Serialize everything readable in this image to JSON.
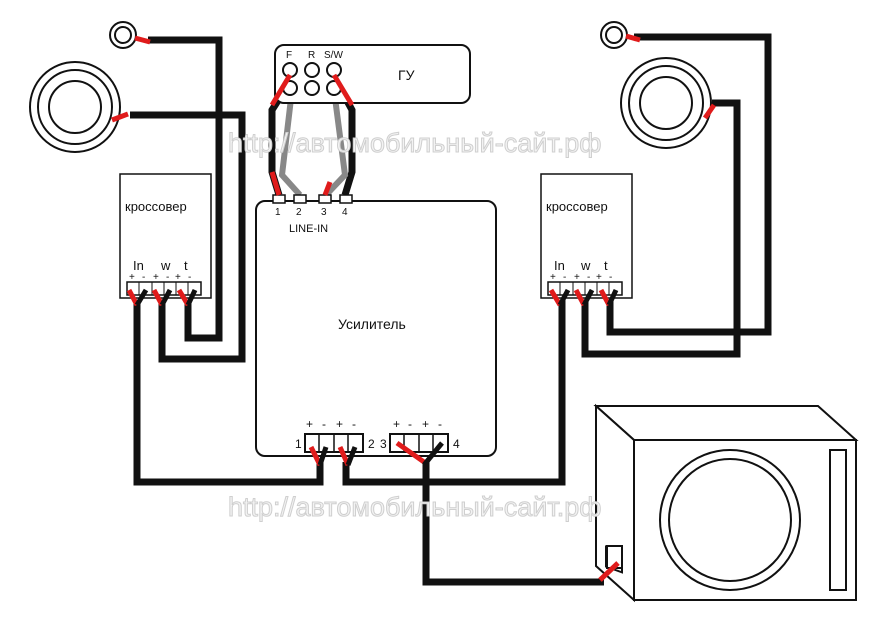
{
  "head_unit": {
    "label": "ГУ",
    "pins": {
      "front": "F",
      "rear": "R",
      "sw": "S/W"
    }
  },
  "amplifier": {
    "label": "Усилитель",
    "line_in_label": "LINE-IN",
    "line_in_pins": [
      "1",
      "2",
      "3",
      "4"
    ],
    "out_channels": {
      "ch1": "1",
      "ch2": "2",
      "ch3": "3",
      "ch4": "4"
    },
    "out_signs_left": [
      "+",
      "-",
      "+",
      "-"
    ],
    "out_signs_right": [
      "+",
      "-",
      "+",
      "-"
    ]
  },
  "crossover_left": {
    "label": "кроссовер",
    "groups": {
      "in": "In",
      "woofer": "w",
      "tweeter": "t"
    },
    "signs": [
      "+",
      "-",
      "+",
      "-",
      "+",
      "-"
    ]
  },
  "crossover_right": {
    "label": "кроссовер",
    "groups": {
      "in": "In",
      "woofer": "w",
      "tweeter": "t"
    },
    "signs": [
      "+",
      "-",
      "+",
      "-",
      "+",
      "-"
    ]
  },
  "watermark": "http://автомобильный-сайт.рф",
  "colors": {
    "wire_positive": "#e01b1b",
    "wire_negative": "#111111",
    "rca_cable": "#888888",
    "outline": "#111111"
  }
}
